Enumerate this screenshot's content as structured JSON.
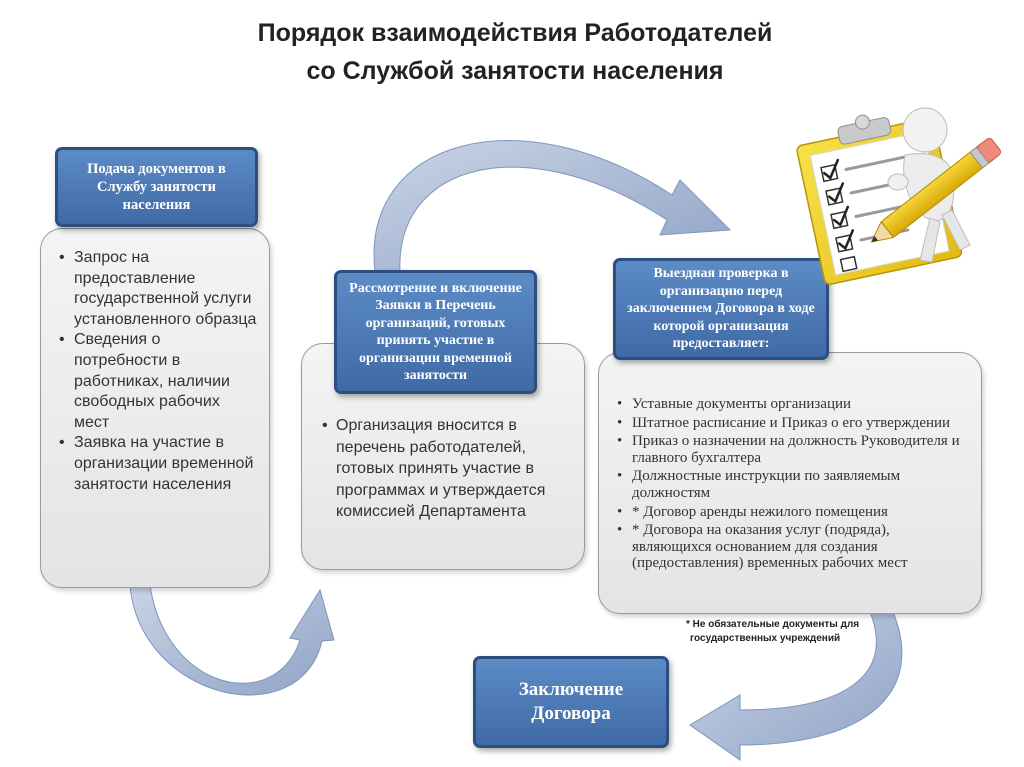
{
  "title": {
    "line1": "Порядок взаимодействия Работодателей",
    "line2": "со Службой занятости населения"
  },
  "steps": [
    {
      "header": "Подача документов в Службу занятости населения",
      "items": [
        "Запрос на предоставление государственной услуги установленного образца",
        "Сведения о потребности в работниках, наличии свободных рабочих мест",
        "Заявка на участие в организации временной занятости населения"
      ]
    },
    {
      "header": "Рассмотрение и включение Заявки в Перечень организаций, готовых принять участие в организации временной занятости",
      "items": [
        "Организация вносится в перечень работодателей, готовых принять участие в программах и утверждается комиссией Департамента"
      ]
    },
    {
      "header": "Выездная проверка в организацию перед заключением Договора в ходе которой организация предоставляет:",
      "items": [
        "Уставные документы организации",
        "Штатное расписание и Приказ о его утверждении",
        "Приказ о назначении на должность Руководителя и главного бухгалтера",
        "Должностные инструкции по заявляемым должностям",
        "* Договор аренды нежилого помещения",
        "* Договора на оказания услуг (подряда), являющихся основанием для создания (предоставления) временных рабочих мест"
      ]
    },
    {
      "header": "Заключение Договора"
    }
  ],
  "footnote": {
    "line1": "* Не обязательные документы для",
    "line2": "государственных учреждений"
  },
  "colors": {
    "header_fill": "#4a78b6",
    "header_border": "#2d4f80",
    "arrow_fill": "#a8b8d4",
    "card_fill": "#ececec"
  },
  "icons": [
    "clipboard-checklist-icon",
    "pencil-figure-icon"
  ]
}
